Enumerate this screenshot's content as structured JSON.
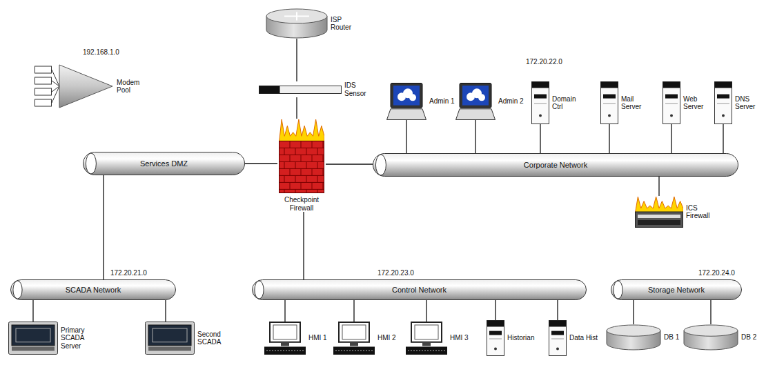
{
  "diagram": {
    "nodes": [
      {
        "text": [
          "ISP Router"
        ]
      },
      {
        "text": [
          "IDS Sensor"
        ]
      },
      {
        "text": [
          "Modem Pool"
        ]
      },
      {
        "text": [
          "Admin 1"
        ]
      },
      {
        "text": [
          "Admin 2"
        ]
      },
      {
        "text": [
          "Domain Ctrl"
        ]
      },
      {
        "text": [
          "Mail Server"
        ]
      },
      {
        "text": [
          "Web Server"
        ]
      },
      {
        "text": [
          "DNS Server"
        ]
      },
      {
        "text": [
          "Services DMZ"
        ]
      },
      {
        "text": [
          "Checkpoint Firewall"
        ]
      },
      {
        "text": [
          "Corporate Network"
        ]
      },
      {
        "text": [
          "ICS Firewall"
        ]
      },
      {
        "text": [
          "SCADA Network"
        ]
      },
      {
        "text": [
          "Control Network"
        ]
      },
      {
        "text": [
          "Storage Network"
        ]
      },
      {
        "text": [
          "Primary SCADA Server"
        ]
      },
      {
        "text": [
          "Second SCADA"
        ]
      },
      {
        "text": [
          "HMI 1"
        ]
      },
      {
        "text": [
          "HMI 2"
        ]
      },
      {
        "text": [
          "HMI 3"
        ]
      },
      {
        "text": [
          "Historian"
        ]
      },
      {
        "text": [
          "Data Hist"
        ]
      },
      {
        "text": [
          "DB 1"
        ]
      },
      {
        "text": [
          "DB 2"
        ]
      }
    ],
    "edges": [
      {
        "from": 0,
        "to": 1,
        "arrow": "none"
      },
      {
        "from": 1,
        "to": 10,
        "arrow": "none"
      },
      {
        "from": 9,
        "to": 10,
        "arrow": "none"
      },
      {
        "from": 10,
        "to": 11,
        "arrow": "none"
      },
      {
        "from": 10,
        "to": 14,
        "arrow": "none"
      },
      {
        "from": 9,
        "to": 13,
        "arrow": "none"
      },
      {
        "from": 3,
        "to": 11,
        "arrow": "none"
      },
      {
        "from": 4,
        "to": 11,
        "arrow": "none"
      },
      {
        "from": 5,
        "to": 11,
        "arrow": "none"
      },
      {
        "from": 6,
        "to": 11,
        "arrow": "none"
      },
      {
        "from": 7,
        "to": 11,
        "arrow": "none"
      },
      {
        "from": 8,
        "to": 11,
        "arrow": "none"
      },
      {
        "from": 11,
        "to": 12,
        "arrow": "none"
      },
      {
        "from": 16,
        "to": 13,
        "arrow": "none"
      },
      {
        "from": 17,
        "to": 13,
        "arrow": "none"
      },
      {
        "from": 18,
        "to": 14,
        "arrow": "none"
      },
      {
        "from": 19,
        "to": 14,
        "arrow": "none"
      },
      {
        "from": 20,
        "to": 14,
        "arrow": "none"
      },
      {
        "from": 21,
        "to": 14,
        "arrow": "none"
      },
      {
        "from": 22,
        "to": 14,
        "arrow": "none"
      },
      {
        "from": 23,
        "to": 15,
        "arrow": "none"
      },
      {
        "from": 24,
        "to": 15,
        "arrow": "none"
      }
    ],
    "labels": [
      "192.168.1.0",
      "172.20.22.0",
      "172.20.21.0",
      "172.20.23.0",
      "172.20.24.0"
    ]
  }
}
